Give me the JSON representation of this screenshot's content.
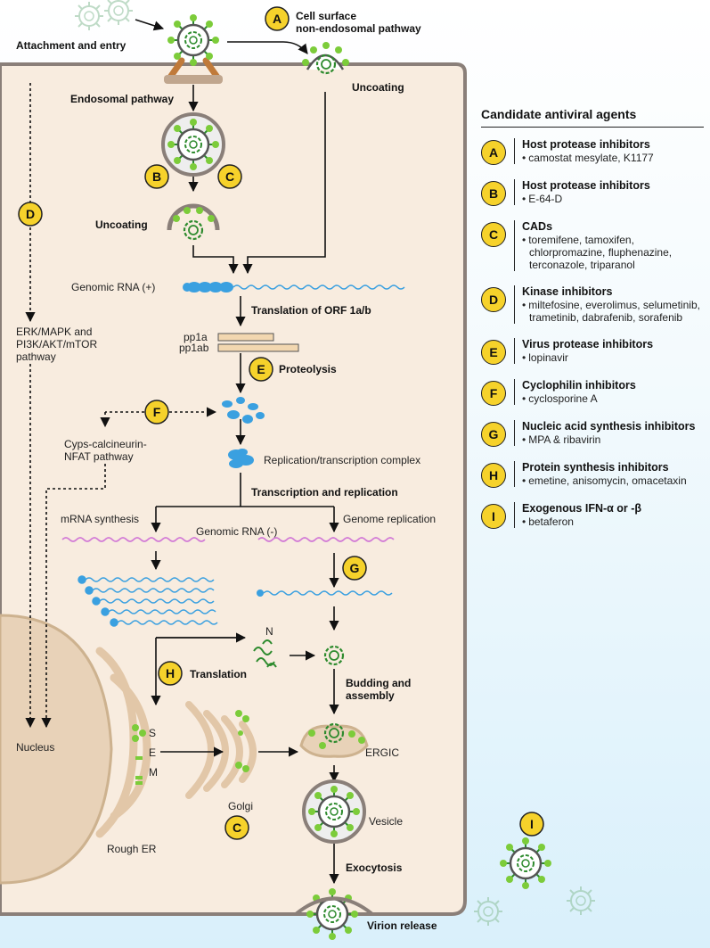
{
  "badges": {
    "A": "A",
    "B": "B",
    "C": "C",
    "D": "D",
    "E": "E",
    "F": "F",
    "G": "G",
    "H": "H",
    "I": "I"
  },
  "labels": {
    "attachment": "Attachment and entry",
    "cell_surface_1": "Cell surface",
    "cell_surface_2": "non-endosomal pathway",
    "uncoating_top": "Uncoating",
    "endosomal": "Endosomal pathway",
    "uncoating_left": "Uncoating",
    "genomic_rna_pos": "Genomic RNA (+)",
    "translation_orf": "Translation of ORF 1a/b",
    "pp1a": "pp1a",
    "pp1ab": "pp1ab",
    "proteolysis": "Proteolysis",
    "erk_1": "ERK/MAPK and",
    "erk_2": "PI3K/AKT/mTOR",
    "erk_3": "pathway",
    "cyps_1": "Cyps-calcineurin-",
    "cyps_2": "NFAT pathway",
    "rtc": "Replication/transcription complex",
    "trans_rep": "Transcription and replication",
    "mrna": "mRNA synthesis",
    "genome_rep": "Genome replication",
    "genomic_rna_neg": "Genomic RNA (-)",
    "n": "N",
    "translation": "Translation",
    "budding_1": "Budding and",
    "budding_2": "assembly",
    "nucleus": "Nucleus",
    "s": "S",
    "e": "E",
    "m": "M",
    "ergic": "ERGIC",
    "golgi": "Golgi",
    "rough_er": "Rough ER",
    "vesicle": "Vesicle",
    "exocytosis": "Exocytosis",
    "virion_release": "Virion release"
  },
  "panel": {
    "title": "Candidate antiviral agents",
    "agents": [
      {
        "badge": "A",
        "class": "Host protease inhibitors",
        "drugs": [
          "camostat mesylate, K1177"
        ]
      },
      {
        "badge": "B",
        "class": "Host protease inhibitors",
        "drugs": [
          "E-64-D"
        ]
      },
      {
        "badge": "C",
        "class": "CADs",
        "drugs": [
          "toremifene, tamoxifen, chlorpromazine, fluphenazine, terconazole, triparanol"
        ]
      },
      {
        "badge": "D",
        "class": "Kinase inhibitors",
        "drugs": [
          "miltefosine, everolimus, selumetinib, trametinib, dabrafenib, sorafenib"
        ]
      },
      {
        "badge": "E",
        "class": "Virus protease inhibitors",
        "drugs": [
          "lopinavir"
        ]
      },
      {
        "badge": "F",
        "class": "Cyclophilin inhibitors",
        "drugs": [
          "cyclosporine A"
        ]
      },
      {
        "badge": "G",
        "class": "Nucleic acid synthesis inhibitors",
        "drugs": [
          "MPA & ribavirin"
        ]
      },
      {
        "badge": "H",
        "class": "Protein synthesis inhibitors",
        "drugs": [
          "emetine, anisomycin, omacetaxin"
        ]
      },
      {
        "badge": "I",
        "class": "Exogenous IFN-α or -β",
        "drugs": [
          "betaferon"
        ]
      }
    ]
  },
  "colors": {
    "badge_fill": "#f6d22b",
    "cell_fill": "#f8ecdf",
    "cell_border": "#8a7f79",
    "virus_green": "#2e8b2e",
    "spike_green": "#7ccc3a",
    "rna_blue": "#3aa0e0",
    "rna_pink": "#d27ad6",
    "organelle": "#e8d2b8"
  },
  "icons": [
    "virus-icon",
    "receptor-icon",
    "polyprotein-icon",
    "arrow-icon"
  ]
}
